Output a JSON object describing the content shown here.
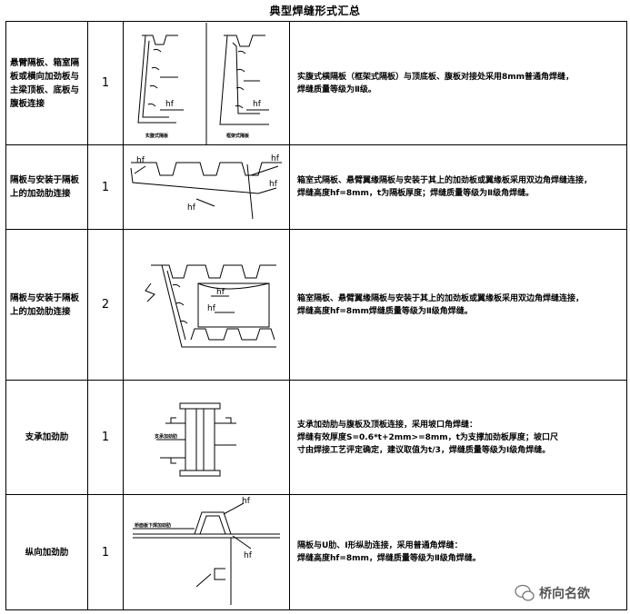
{
  "title": "典型焊缝形式汇总",
  "rows": [
    {
      "name": "悬臂隔板、箱室隔板或横向加劲板与主梁顶板、底板与腹板连接",
      "count": "1",
      "fig_labels": [
        "实腹式隔板",
        "框架式隔板"
      ],
      "fig_callouts": [
        "hf",
        "hf"
      ],
      "desc": [
        "实腹式横隔板（框架式隔板）与顶底板、腹板对接处采用8mm普通角焊缝，",
        "焊缝质量等级为Ⅱ级。"
      ]
    },
    {
      "name": "隔板与安装于隔板上的加劲肋连接",
      "count": "1",
      "fig_callouts": [
        "hf",
        "hf",
        "hf",
        "hf"
      ],
      "desc": [
        "箱室式隔板、悬臂翼缘隔板与安装于其上的加劲板或翼缘板采用双边角焊缝连接，",
        "焊缝高度hf=8mm，t为隔板厚度；焊缝质量等级为Ⅱ级角焊缝。"
      ]
    },
    {
      "name": "隔板与安装于隔板上的加劲肋连接",
      "count": "2",
      "fig_callouts": [
        "hf",
        "hf"
      ],
      "desc": [
        "箱室隔板、悬臂翼缘隔板与安装于其上的加劲板或翼缘板采用双边角焊缝连接，",
        "焊缝高度hf=8mm焊缝质量等级为Ⅱ级角焊缝。"
      ]
    },
    {
      "name": "支承加劲肋",
      "count": "1",
      "fig_labels": [
        "支承加劲肋"
      ],
      "desc": [
        "支承加劲肋与腹板及顶板连接，采用坡口角焊缝：",
        "焊缝有效厚度S=0.6*t+2mm>=8mm，t为支撑加劲板厚度；坡口尺",
        "寸由焊接工艺评定确定，建议取值为t/3，焊缝质量等级为Ⅰ级角焊缝。"
      ]
    },
    {
      "name": "纵向加劲肋",
      "count": "1",
      "fig_labels": [
        "桥面板下焊加劲肋"
      ],
      "fig_callouts": [
        "hf",
        "hf"
      ],
      "desc": [
        "隔板与U肋、I形纵肋连接，采用普通角焊缝：",
        "焊缝高度hf=8mm，焊缝质量等级为Ⅱ级角焊缝。"
      ]
    }
  ],
  "watermark": "桥向名欲"
}
